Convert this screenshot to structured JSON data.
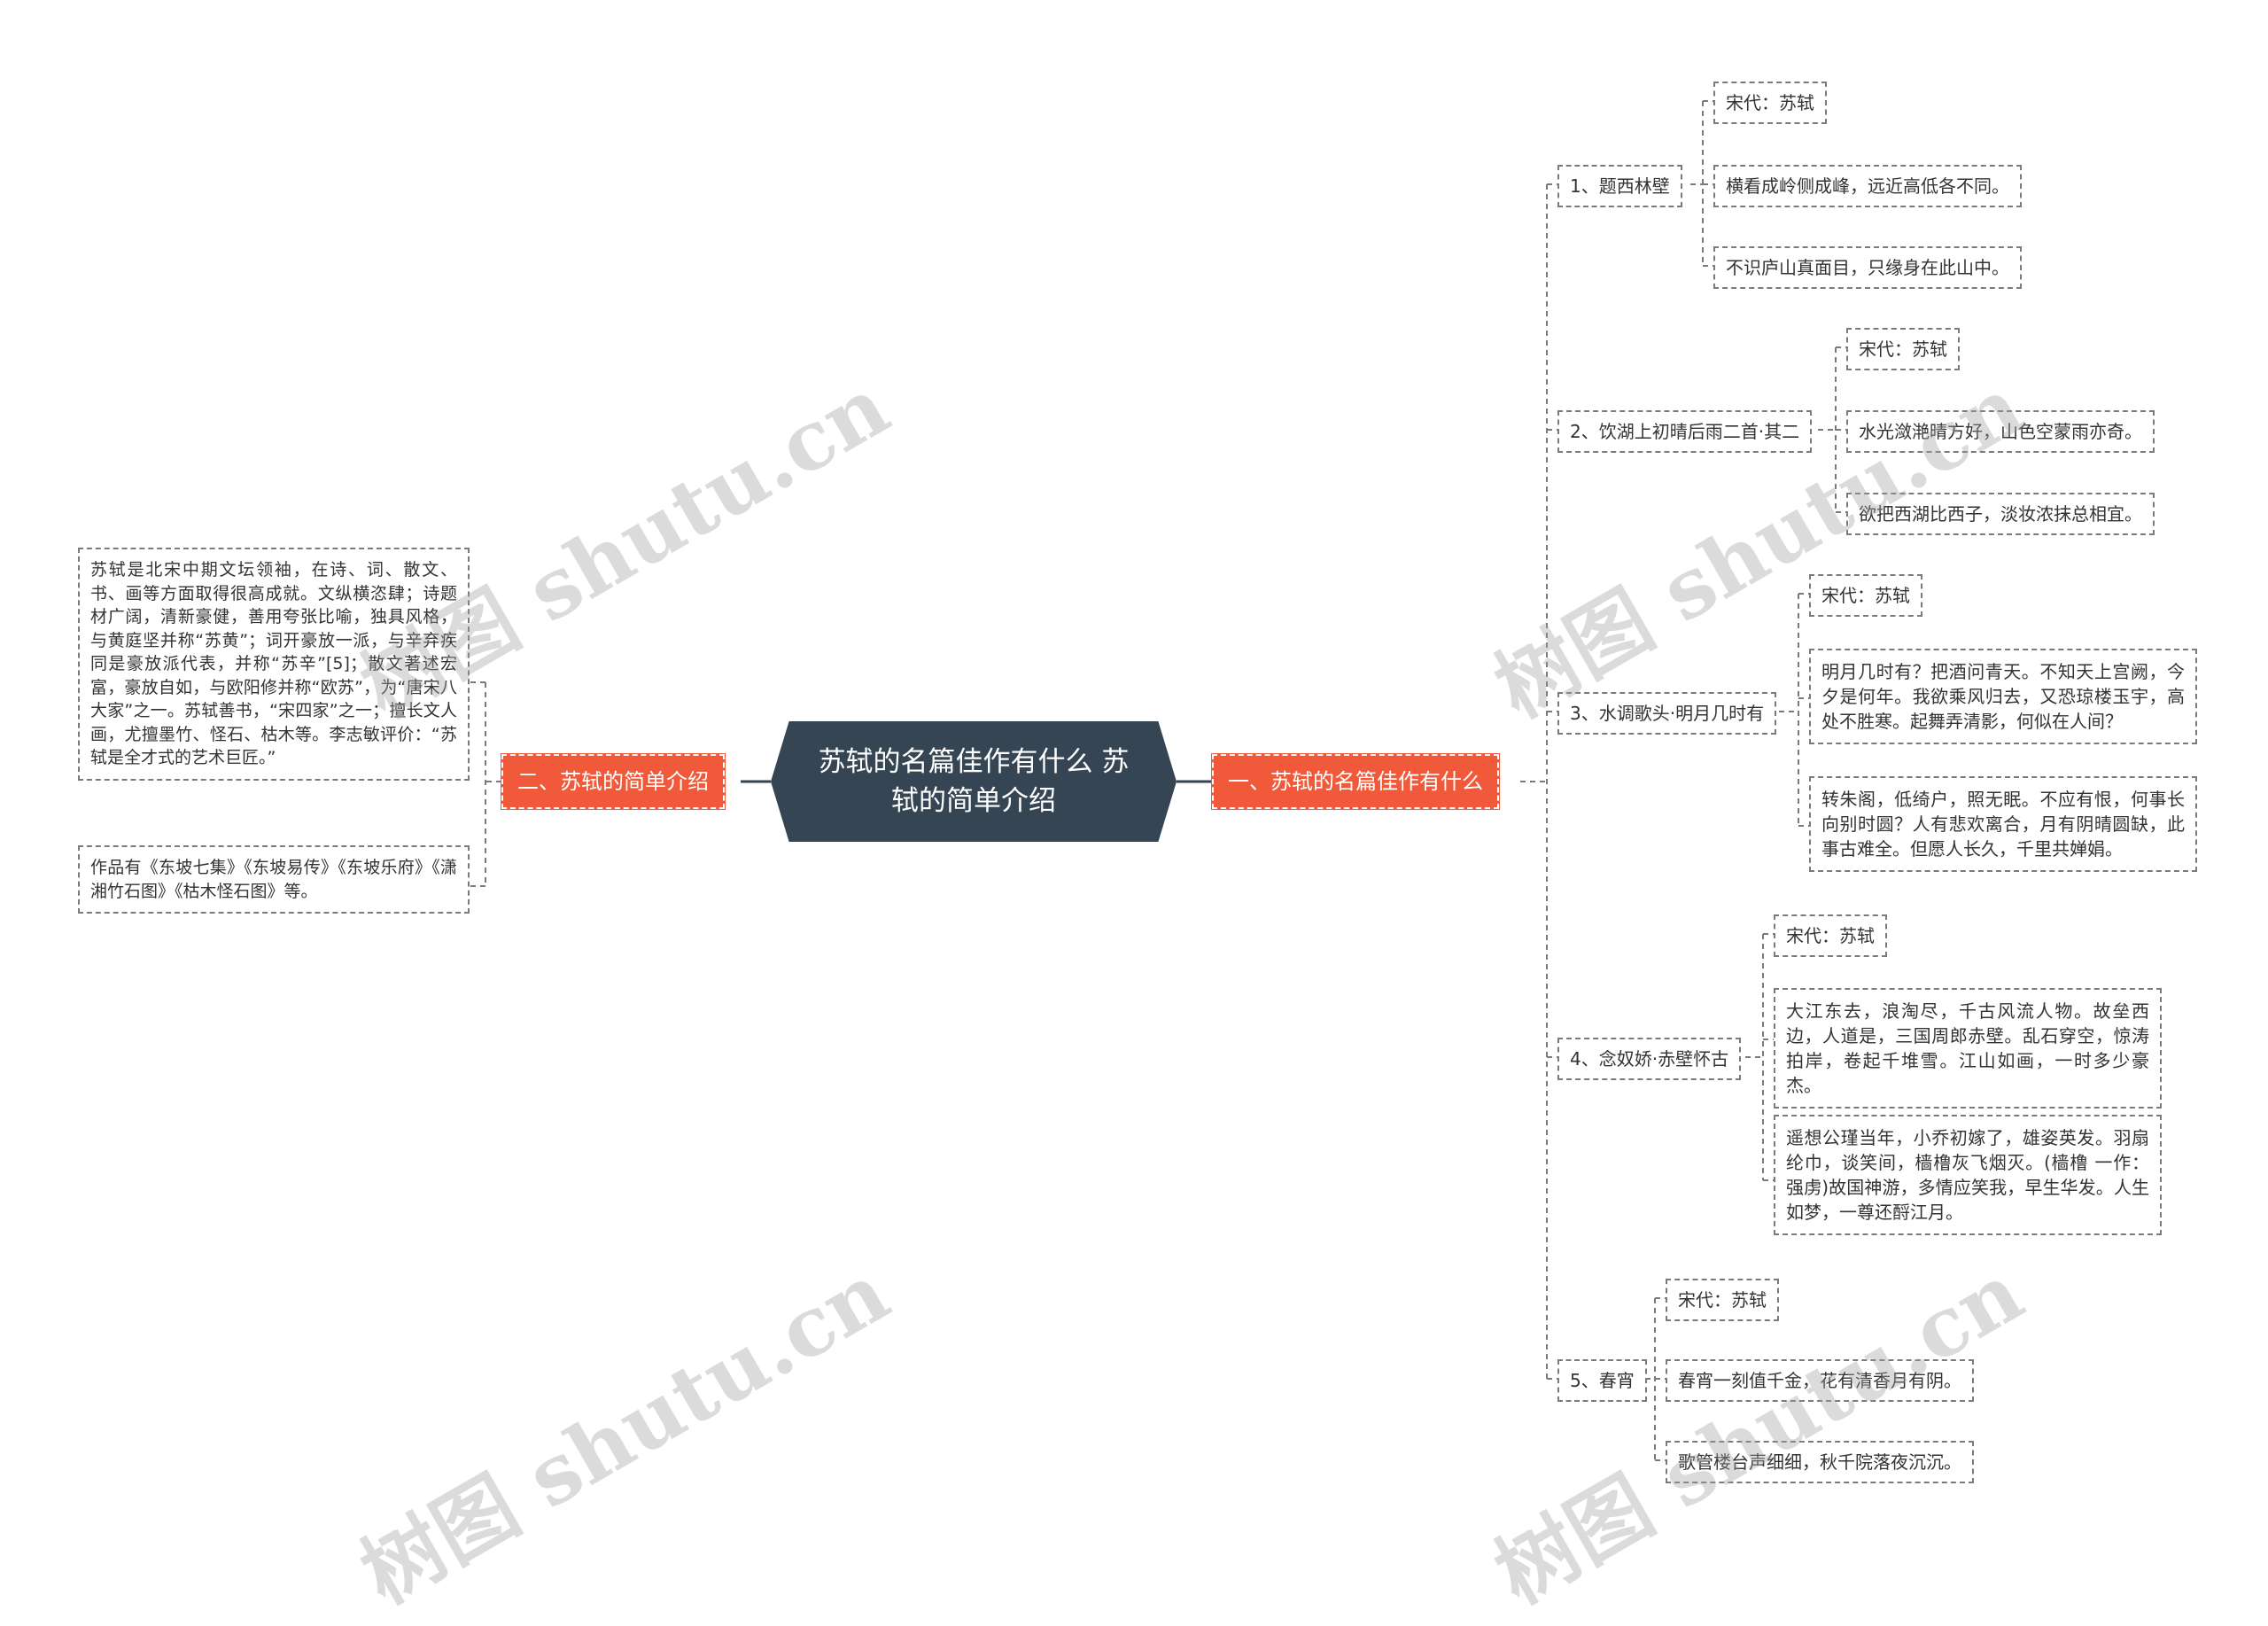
{
  "root": {
    "title": "苏轼的名篇佳作有什么 苏轼的简单介绍"
  },
  "branches": {
    "right": {
      "label": "一、苏轼的名篇佳作有什么",
      "poems": [
        {
          "title": "1、题西林壁",
          "dynasty": "宋代：苏轼",
          "lines": [
            "横看成岭侧成峰，远近高低各不同。",
            "不识庐山真面目，只缘身在此山中。"
          ]
        },
        {
          "title": "2、饮湖上初晴后雨二首·其二",
          "dynasty": "宋代：苏轼",
          "lines": [
            "水光潋滟晴方好，山色空蒙雨亦奇。",
            "欲把西湖比西子，淡妆浓抹总相宜。"
          ]
        },
        {
          "title": "3、水调歌头·明月几时有",
          "dynasty": "宋代：苏轼",
          "lines": [
            "明月几时有？把酒问青天。不知天上宫阙，今夕是何年。我欲乘风归去，又恐琼楼玉宇，高处不胜寒。起舞弄清影，何似在人间？",
            "转朱阁，低绮户，照无眠。不应有恨，何事长向别时圆？人有悲欢离合，月有阴晴圆缺，此事古难全。但愿人长久，千里共婵娟。"
          ]
        },
        {
          "title": "4、念奴娇·赤壁怀古",
          "dynasty": "宋代：苏轼",
          "lines": [
            "大江东去，浪淘尽，千古风流人物。故垒西边，人道是，三国周郎赤壁。乱石穿空，惊涛拍岸，卷起千堆雪。江山如画，一时多少豪杰。",
            "遥想公瑾当年，小乔初嫁了，雄姿英发。羽扇纶巾，谈笑间，樯橹灰飞烟灭。(樯橹 一作：强虏)故国神游，多情应笑我，早生华发。人生如梦，一尊还酹江月。"
          ]
        },
        {
          "title": "5、春宵",
          "dynasty": "宋代：苏轼",
          "lines": [
            "春宵一刻值千金，花有清香月有阴。",
            "歌管楼台声细细，秋千院落夜沉沉。"
          ]
        }
      ]
    },
    "left": {
      "label": "二、苏轼的简单介绍",
      "paragraphs": [
        "苏轼是北宋中期文坛领袖，在诗、词、散文、书、画等方面取得很高成就。文纵横恣肆；诗题材广阔，清新豪健，善用夸张比喻，独具风格，与黄庭坚并称“苏黄”；词开豪放一派，与辛弃疾同是豪放派代表，并称“苏辛”[5]；散文著述宏富，豪放自如，与欧阳修并称“欧苏”，为“唐宋八大家”之一。苏轼善书，“宋四家”之一；擅长文人画，尤擅墨竹、怪石、枯木等。李志敏评价：“苏轼是全才式的艺术巨匠。”",
        "作品有《东坡七集》《东坡易传》《东坡乐府》《潇湘竹石图》《枯木怪石图》等。"
      ]
    }
  },
  "watermark": {
    "text": "树图 shutu.cn"
  },
  "colors": {
    "root": "#364553",
    "branch": "#f05a3a",
    "line": "#7a7a7a"
  }
}
